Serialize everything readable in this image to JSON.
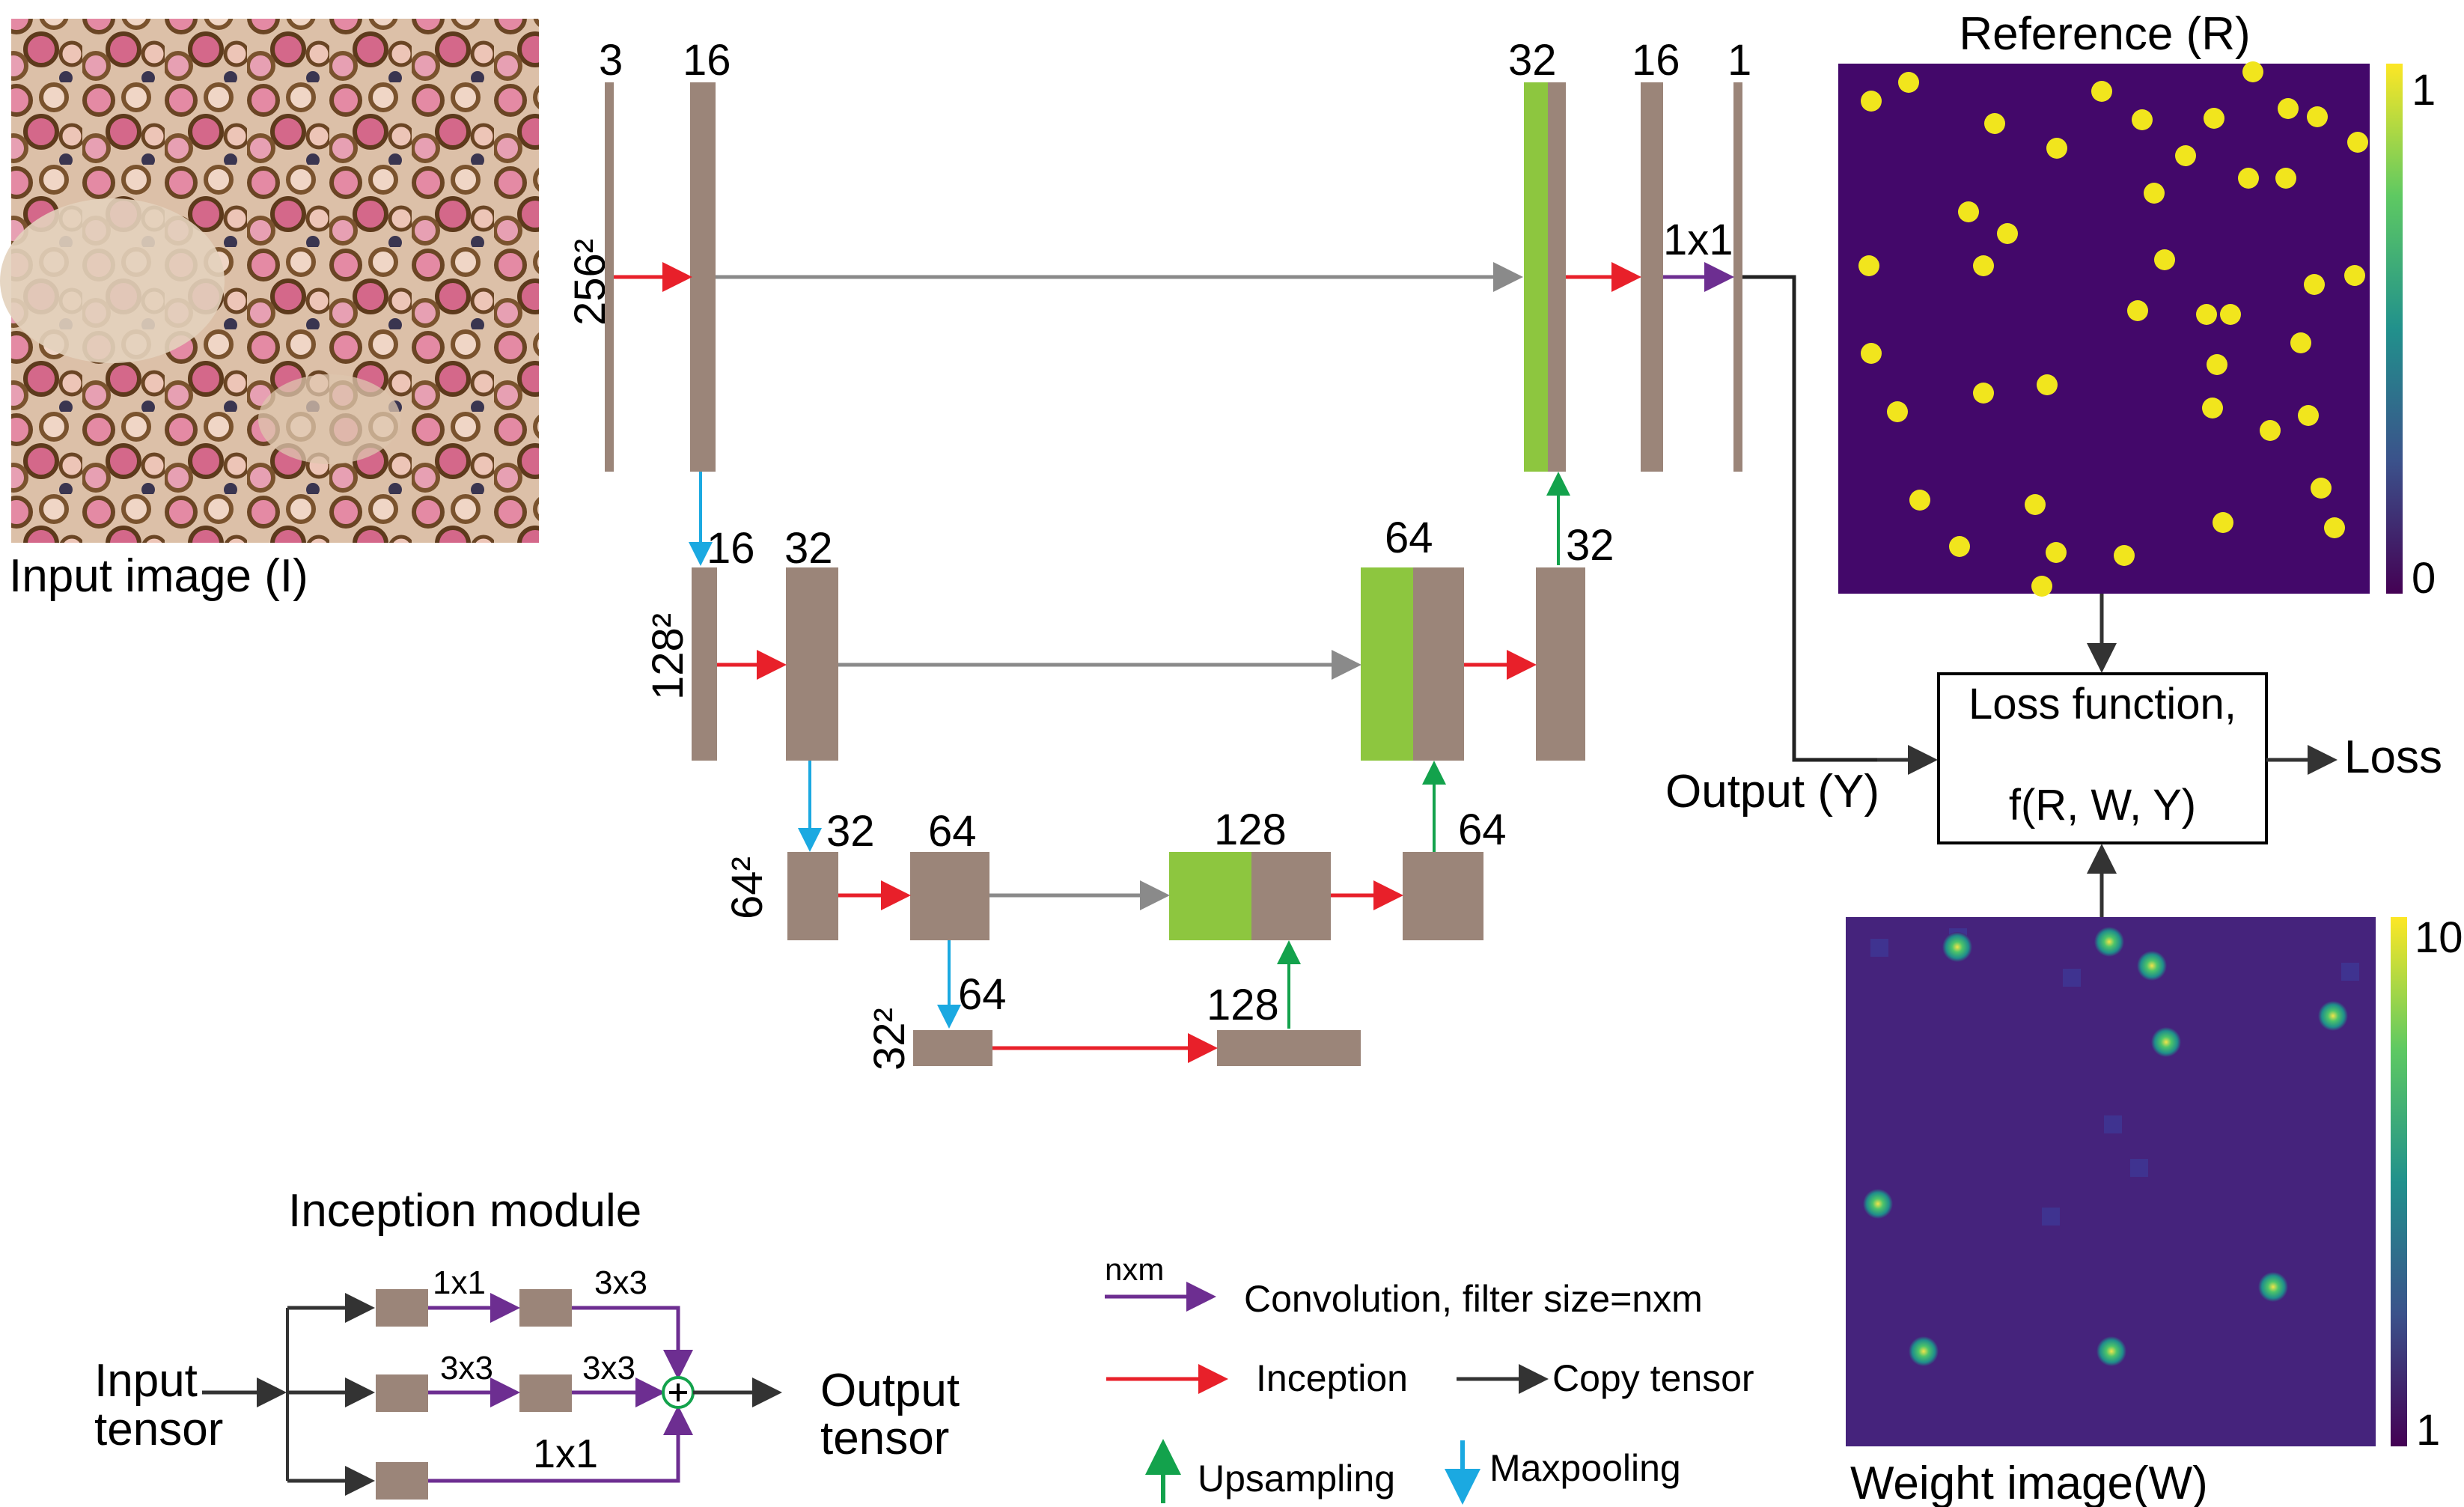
{
  "colors": {
    "block": "#9b8579",
    "concat": "#8dc63f",
    "inception_arrow": "#e8202a",
    "copy_arrow": "#8a8a8a",
    "copy_tensor_arrow": "#333333",
    "maxpool_arrow": "#1ba9e1",
    "upsample_arrow": "#13a24c",
    "conv_arrow": "#6d2e91",
    "heatmap_bg": "#43086a",
    "heatmap_dot": "#f1e51d",
    "weight_bg": "#45237c",
    "weight_dot": "#44bd6b"
  },
  "input_image": {
    "caption": "Input image (I)"
  },
  "reference": {
    "title": "Reference (R)",
    "colorbar_max": "1",
    "colorbar_min": "0"
  },
  "weight": {
    "caption": "Weight image(W)",
    "colorbar_max": "10",
    "colorbar_min": "1"
  },
  "network": {
    "level1": {
      "res": "256²",
      "ch_in": "3",
      "ch_a": "16",
      "ch_concat": "32",
      "ch_b": "16",
      "ch_out": "1",
      "conv_label": "1x1"
    },
    "level2": {
      "res": "128²",
      "ch_in": "16",
      "ch_a": "32",
      "ch_concat": "64",
      "ch_b": "32"
    },
    "level3": {
      "res": "64²",
      "ch_in": "32",
      "ch_a": "64",
      "ch_concat": "128",
      "ch_b": "64"
    },
    "level4": {
      "res": "32²",
      "ch_in": "64",
      "ch_b": "128"
    }
  },
  "loss": {
    "line1": "Loss function,",
    "line2": "f(R, W, Y)",
    "output_label": "Output (Y)",
    "loss_label": "Loss"
  },
  "inception_module": {
    "title": "Inception module",
    "input_line1": "Input",
    "input_line2": "tensor",
    "output_line1": "Output",
    "output_line2": "tensor",
    "row1_a": "1x1",
    "row1_b": "3x3",
    "row2_a": "3x3",
    "row2_b": "3x3",
    "row3": "1x1"
  },
  "legend": {
    "conv_small": "nxm",
    "conv": "Convolution, filter size=nxm",
    "inception": "Inception",
    "copy": "Copy tensor",
    "upsampling": "Upsampling",
    "maxpooling": "Maxpooling"
  }
}
